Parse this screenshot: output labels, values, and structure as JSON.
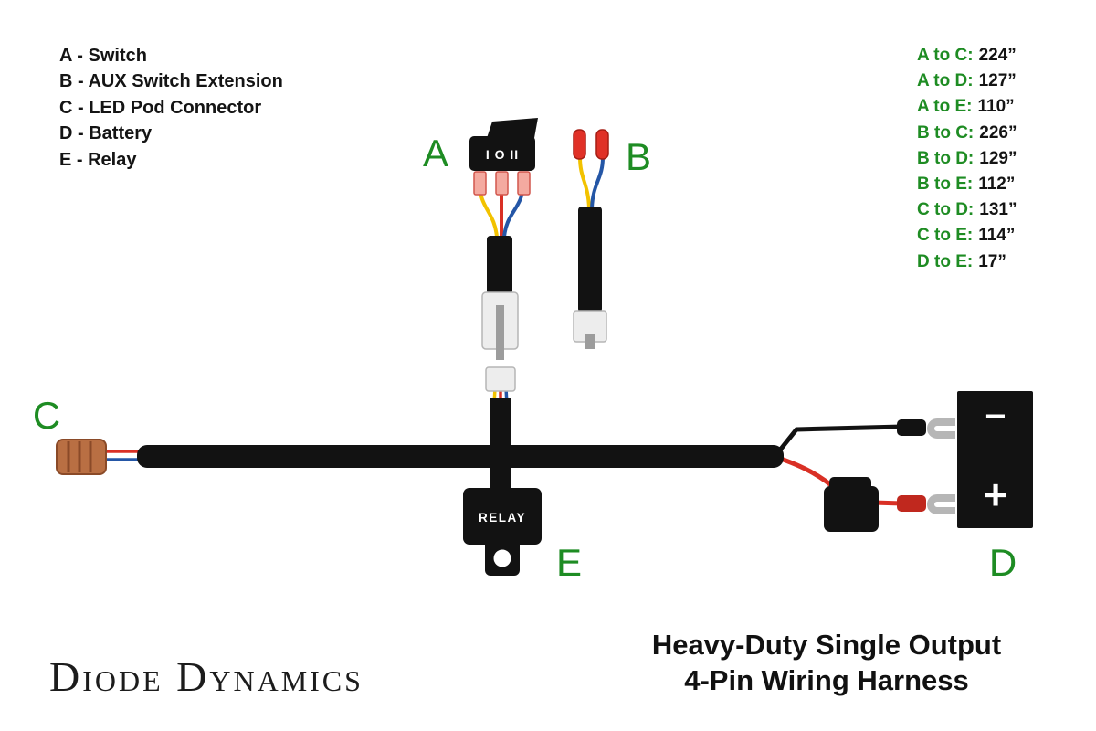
{
  "colors": {
    "accent_green": "#1e8c23",
    "harness_black": "#121212",
    "wire_yellow": "#f2c200",
    "wire_red": "#d93025",
    "wire_blue": "#2456a6",
    "pod_connector_orange": "#b96f43"
  },
  "legend": {
    "items": [
      "A - Switch",
      "B - AUX Switch Extension",
      "C - LED Pod Connector",
      "D - Battery",
      "E - Relay"
    ]
  },
  "measurements": {
    "items": [
      {
        "pair": "A to C:",
        "value": "224”"
      },
      {
        "pair": "A to D:",
        "value": "127”"
      },
      {
        "pair": "A to E:",
        "value": "110”"
      },
      {
        "pair": "B to C:",
        "value": "226”"
      },
      {
        "pair": "B to D:",
        "value": "129”"
      },
      {
        "pair": "B to E:",
        "value": "112”"
      },
      {
        "pair": "C to D:",
        "value": "131”"
      },
      {
        "pair": "C to E:",
        "value": "114”"
      },
      {
        "pair": "D to E:",
        "value": "17”"
      }
    ]
  },
  "diagram": {
    "label_a": "A",
    "label_b": "B",
    "label_c": "C",
    "label_d": "D",
    "label_e": "E",
    "switch_markings": "I O II",
    "relay_label": "RELAY",
    "battery_negative": "−",
    "battery_positive": "+"
  },
  "footer": {
    "logo": "Diode Dynamics",
    "title_line1": "Heavy-Duty Single Output",
    "title_line2": "4-Pin Wiring Harness"
  }
}
